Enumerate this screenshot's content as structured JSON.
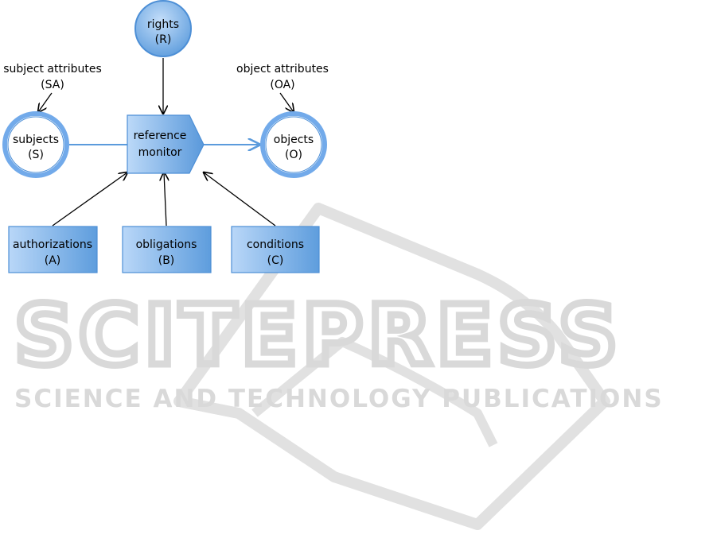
{
  "colors": {
    "box_fill_light": "#b3d3f7",
    "box_fill_dark": "#5b9bdc",
    "box_stroke": "#4d8fd6",
    "arrow": "#000000",
    "flow_arrow": "#5b9bdc",
    "watermark": "#d9d9d9"
  },
  "watermark": {
    "line1": "SCITEPRESS",
    "line2": "SCIENCE AND TECHNOLOGY PUBLICATIONS"
  },
  "nodes": {
    "rights": {
      "name": "rights",
      "abbr": "(R)"
    },
    "subjects": {
      "name": "subjects",
      "abbr": "(S)"
    },
    "objects": {
      "name": "objects",
      "abbr": "(O)"
    },
    "reference_monitor": {
      "line1": "reference",
      "line2": "monitor"
    },
    "authorizations": {
      "name": "authorizations",
      "abbr": "(A)"
    },
    "obligations": {
      "name": "obligations",
      "abbr": "(B)"
    },
    "conditions": {
      "name": "conditions",
      "abbr": "(C)"
    }
  },
  "labels": {
    "subject_attributes": {
      "name": "subject attributes",
      "abbr": "(SA)"
    },
    "object_attributes": {
      "name": "object attributes",
      "abbr": "(OA)"
    }
  }
}
